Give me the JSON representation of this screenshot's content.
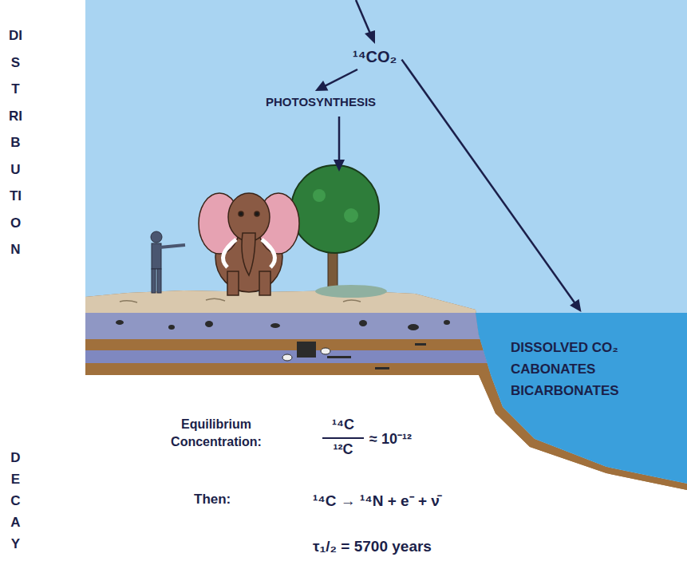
{
  "diagram": {
    "nodes": [
      {
        "text": [
          "¹⁴CO₂"
        ]
      },
      {
        "text": [
          "PHOTOSYNTHESIS"
        ]
      },
      {
        "text": [
          "DISSOLVED CO₂ CABONATES BICARBONATES"
        ]
      }
    ],
    "edges": [
      {
        "from": 0,
        "to": 1,
        "arrow": "to"
      },
      {
        "from": 0,
        "to": 2,
        "arrow": "to"
      }
    ],
    "labels": [
      "DISTRIBUTION",
      "DECAY",
      "Equilibrium Concentration:",
      "¹⁴C",
      "¹²C",
      "≈ 10⁻¹²",
      "Then:",
      "¹⁴C → ¹⁴N + e⁻ + ν̄",
      "τ₁/₂ = 5700 years"
    ]
  }
}
